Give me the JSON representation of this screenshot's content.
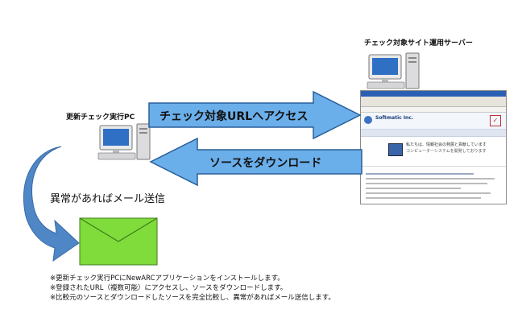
{
  "server_label": "チェック対象サイト運用サーバー",
  "client_label": "更新チェック実行PC",
  "arrow_access": "チェック対象URLへアクセス",
  "arrow_download": "ソースをダウンロード",
  "mail_label": "異常があればメール送信",
  "notes": [
    "※更新チェック実行PCにNewARCアプリケーションをインストールします。",
    "※登録されたURL（複数可能）にアクセスし、ソースをダウンロードします。",
    "※比較元のソースとダウンロードしたソースを完全比較し、異常があればメール送信します。"
  ],
  "browser": {
    "site_name": "Softmatic Inc.",
    "headline": "私たちは、情報社会の発展と貢献しています",
    "subheadline": "コンピューターシステムを開発しております"
  },
  "colors": {
    "arrow_fill": "#6aaeea",
    "arrow_stroke": "#2a5f99",
    "envelope_fill": "#7fdc3a",
    "curve_fill": "#4f86c6"
  }
}
